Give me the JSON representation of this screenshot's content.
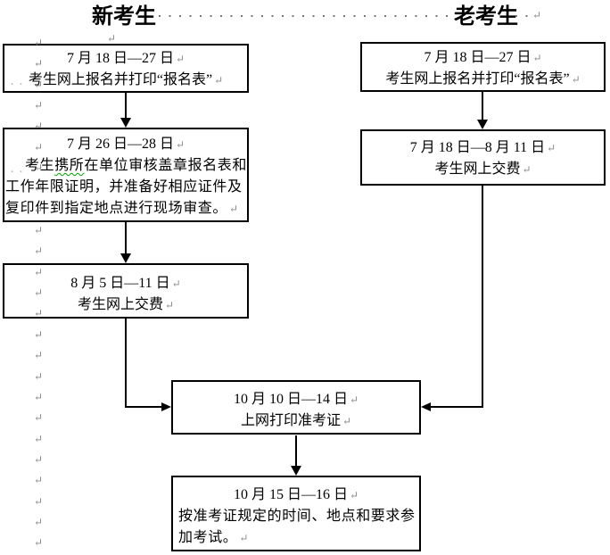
{
  "headers": {
    "new_examinee": "新考生",
    "old_examinee": "老考生"
  },
  "marks": {
    "return_glyph": "↵",
    "space_dots": "··"
  },
  "boxes": {
    "new_register": {
      "date": "7 月 18 日—27 日",
      "text": "考生网上报名并打印“报名表”"
    },
    "new_review": {
      "date": "7 月 26 日—28 日",
      "body_pre": "考生",
      "body_wavy": "携所",
      "body_rest": "在单位审核盖章报名表和",
      "body_line2": "工作年限证明，并准备好相应证件及",
      "body_line3": "复印件到指定地点进行现场审查。"
    },
    "new_pay": {
      "date": "8 月 5 日—11 日",
      "text": "考生网上交费"
    },
    "old_register": {
      "date": "7 月 18 日—27 日",
      "text": "考生网上报名并打印“报名表”"
    },
    "old_pay": {
      "date": "7 月 18 日—8 月 11 日",
      "text": "考生网上交费"
    },
    "print_ticket": {
      "date": "10 月 10 日—14 日",
      "text": "上网打印准考证"
    },
    "take_exam": {
      "date": "10 月 15 日—16 日",
      "body_line1": "按准考证规定的时间、地点和要求参",
      "body_line2": "加考试。"
    }
  },
  "colors": {
    "text": "#000000",
    "border": "#000000",
    "format_mark_gray": "#8a8a8a",
    "space_dot_gray": "#b3b3b3",
    "leader_dot_gray": "#777777",
    "spellcheck_wavy_green": "#00a000"
  }
}
